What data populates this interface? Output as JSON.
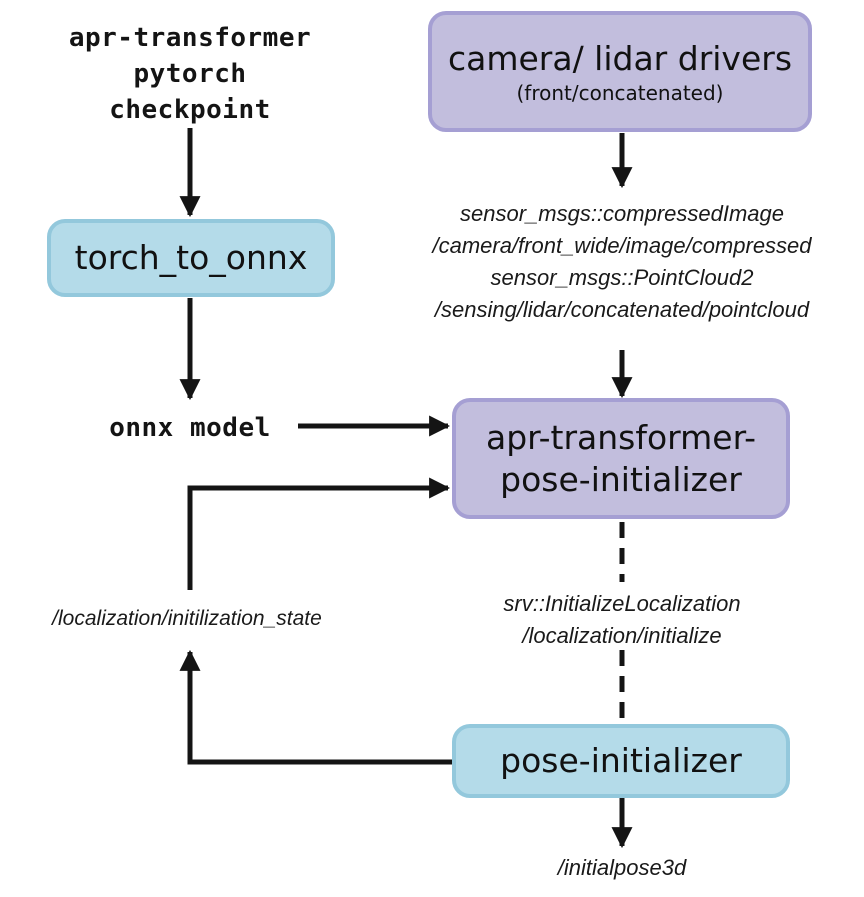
{
  "colors": {
    "blue_fill": "#b4dbe9",
    "blue_border": "#93c8dc",
    "purple_fill": "#c2bedd",
    "purple_border": "#a59fd3",
    "edge": "#141414"
  },
  "labels": {
    "checkpoint": [
      "apr-transformer",
      "pytorch",
      "checkpoint"
    ],
    "onnx_model": "onnx model",
    "sensor_topics": [
      "sensor_msgs::compressedImage",
      "/camera/front_wide/image/compressed",
      "sensor_msgs::PointCloud2",
      "/sensing/lidar/concatenated/pointcloud"
    ],
    "initialization_state": "/localization/initilization_state",
    "service": [
      "srv::InitializeLocalization",
      "/localization/initialize"
    ],
    "initialpose": "/initialpose3d"
  },
  "nodes": {
    "torch_to_onnx": "torch_to_onnx",
    "camera_lidar": {
      "title": "camera/ lidar drivers",
      "subtitle": "(front/concatenated)"
    },
    "apr_pose": [
      "apr-transformer-",
      "pose-initializer"
    ],
    "pose_initializer": "pose-initializer"
  }
}
